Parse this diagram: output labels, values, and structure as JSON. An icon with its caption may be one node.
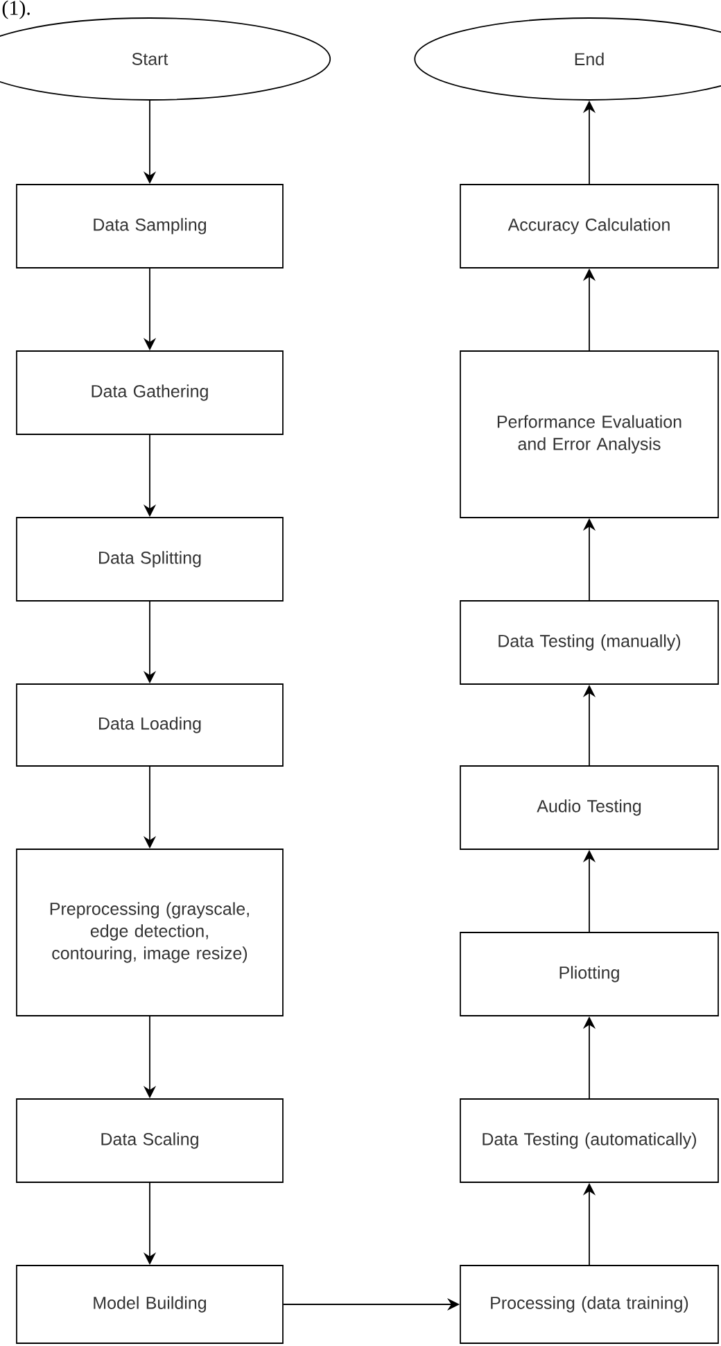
{
  "diagram": {
    "nodes": [
      {
        "text": [
          "Start"
        ]
      },
      {
        "text": [
          "Data Sampling"
        ]
      },
      {
        "text": [
          "Data Gathering"
        ]
      },
      {
        "text": [
          "Data Splitting"
        ]
      },
      {
        "text": [
          "Data Loading"
        ]
      },
      {
        "text": [
          "Preprocessing (grayscale, edge detection, contouring, image resize)"
        ]
      },
      {
        "text": [
          "Data Scaling"
        ]
      },
      {
        "text": [
          "Model Building"
        ]
      },
      {
        "text": [
          "End"
        ]
      },
      {
        "text": [
          "Accuracy Calculation"
        ]
      },
      {
        "text": [
          "Performance Evaluation and Error Analysis"
        ]
      },
      {
        "text": [
          "Data Testing (manually)"
        ]
      },
      {
        "text": [
          "Audio Testing"
        ]
      },
      {
        "text": [
          "Pliotting"
        ]
      },
      {
        "text": [
          "Data Testing (automatically)"
        ]
      },
      {
        "text": [
          "Processing (data training)"
        ]
      }
    ],
    "edges": [
      {
        "from": 0,
        "to": 1,
        "arrow": "to"
      },
      {
        "from": 1,
        "to": 2,
        "arrow": "to"
      },
      {
        "from": 2,
        "to": 3,
        "arrow": "to"
      },
      {
        "from": 3,
        "to": 4,
        "arrow": "to"
      },
      {
        "from": 4,
        "to": 5,
        "arrow": "to"
      },
      {
        "from": 5,
        "to": 6,
        "arrow": "to"
      },
      {
        "from": 6,
        "to": 7,
        "arrow": "to"
      },
      {
        "from": 7,
        "to": 15,
        "arrow": "to"
      },
      {
        "from": 15,
        "to": 14,
        "arrow": "to"
      },
      {
        "from": 14,
        "to": 13,
        "arrow": "to"
      },
      {
        "from": 13,
        "to": 12,
        "arrow": "to"
      },
      {
        "from": 12,
        "to": 11,
        "arrow": "to"
      },
      {
        "from": 11,
        "to": 10,
        "arrow": "to"
      },
      {
        "from": 10,
        "to": 9,
        "arrow": "to"
      },
      {
        "from": 9,
        "to": 8,
        "arrow": "to"
      }
    ],
    "labels": [
      "(1)."
    ]
  }
}
